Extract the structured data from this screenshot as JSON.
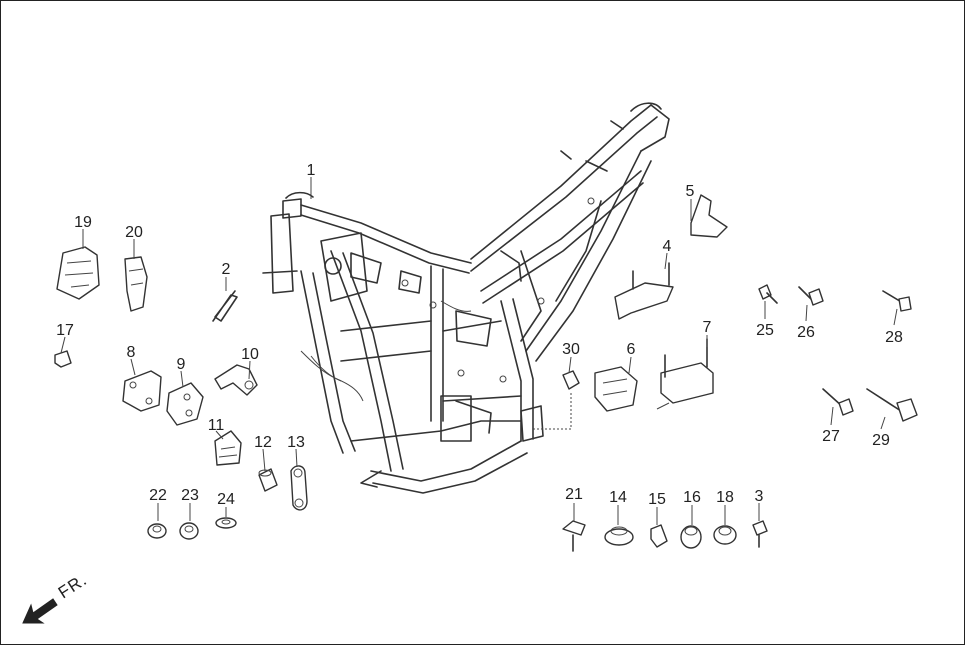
{
  "diagram": {
    "front_marker": "FR.",
    "parts": [
      {
        "id": "frame",
        "label": "1"
      },
      {
        "id": "spring-clip",
        "label": "2"
      },
      {
        "id": "small-bolt",
        "label": "3"
      },
      {
        "id": "bracket-stud",
        "label": "4"
      },
      {
        "id": "bracket-hook",
        "label": "5"
      },
      {
        "id": "bracket-plate",
        "label": "6"
      },
      {
        "id": "battery-holder",
        "label": "7"
      },
      {
        "id": "plate-a",
        "label": "8"
      },
      {
        "id": "plate-b",
        "label": "9"
      },
      {
        "id": "link-bracket",
        "label": "10"
      },
      {
        "id": "small-bracket",
        "label": "11"
      },
      {
        "id": "collar",
        "label": "12"
      },
      {
        "id": "link-arm",
        "label": "13"
      },
      {
        "id": "grommet-a",
        "label": "14"
      },
      {
        "id": "clip-nut",
        "label": "15"
      },
      {
        "id": "grommet-b",
        "label": "16"
      },
      {
        "id": "cap-nut",
        "label": "17"
      },
      {
        "id": "grommet-c",
        "label": "18"
      },
      {
        "id": "guard-left",
        "label": "19"
      },
      {
        "id": "guard-right",
        "label": "20"
      },
      {
        "id": "rivet",
        "label": "21"
      },
      {
        "id": "flange-nut",
        "label": "22"
      },
      {
        "id": "nut",
        "label": "23"
      },
      {
        "id": "washer",
        "label": "24"
      },
      {
        "id": "bolt-short-a",
        "label": "25"
      },
      {
        "id": "bolt-short-b",
        "label": "26"
      },
      {
        "id": "bolt-long-a",
        "label": "27"
      },
      {
        "id": "bolt-long-b",
        "label": "28"
      },
      {
        "id": "bolt-long-c",
        "label": "29"
      },
      {
        "id": "rubber-mount",
        "label": "30"
      }
    ]
  }
}
